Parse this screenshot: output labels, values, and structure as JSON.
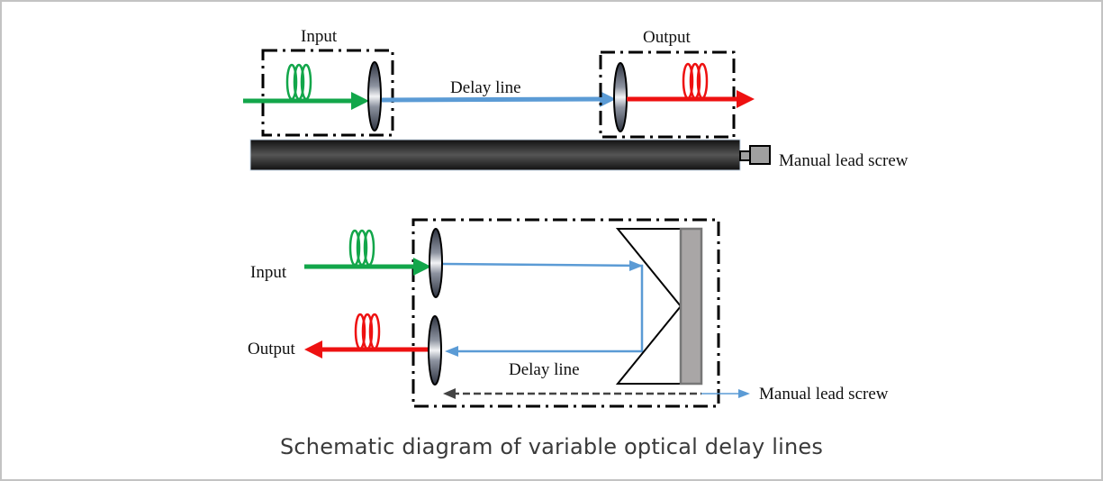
{
  "diagram": {
    "top": {
      "input_label": "Input",
      "output_label": "Output",
      "delay_label": "Delay line",
      "screw_label": "Manual lead screw"
    },
    "bottom": {
      "input_label": "Input",
      "output_label": "Output",
      "delay_label": "Delay line",
      "screw_label": "Manual lead screw"
    },
    "colors": {
      "input_fiber": "#12a64a",
      "output_fiber": "#ee1111",
      "beam": "#5b9bd5",
      "rail": "#2a2a2a",
      "mirror": "#a9a6a6"
    }
  },
  "caption": "Schematic diagram of variable optical delay lines"
}
